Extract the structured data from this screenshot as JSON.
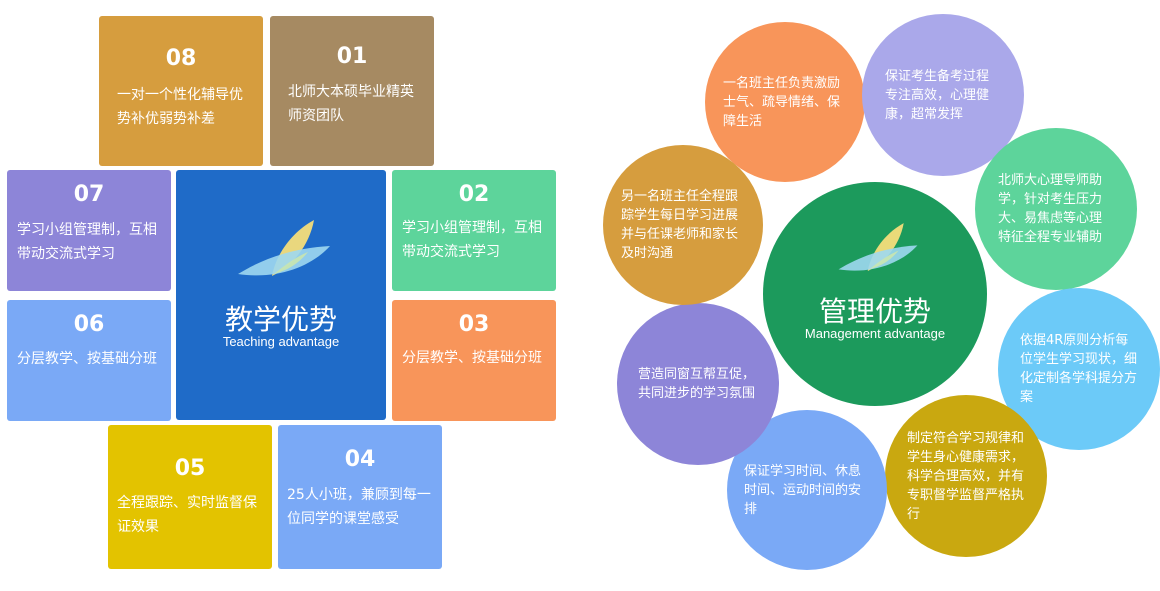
{
  "teaching": {
    "title": "教学优势",
    "subtitle": "Teaching advantage",
    "tiles": [
      {
        "num": "08",
        "text": "一对一个性化辅导优势补优弱势补差",
        "color": "#d69d3e"
      },
      {
        "num": "01",
        "text": "北师大本硕毕业精英师资团队",
        "color": "#a68a62"
      },
      {
        "num": "07",
        "text": "学习小组管理制，互相带动交流式学习",
        "color": "#8d85d8"
      },
      {
        "num": "02",
        "text": "学习小组管理制，互相带动交流式学习",
        "color": "#5dd49b"
      },
      {
        "num": "06",
        "text": "分层教学、按基础分班",
        "color": "#7aa9f6"
      },
      {
        "num": "03",
        "text": "分层教学、按基础分班",
        "color": "#f8955a"
      },
      {
        "num": "05",
        "text": "全程跟踪、实时监督保证效果",
        "color": "#e3c300"
      },
      {
        "num": "04",
        "text": "25人小班，兼顾到每一位同学的课堂感受",
        "color": "#7aa9f6"
      }
    ],
    "center_color": "#1f6bc8"
  },
  "management": {
    "title": "管理优势",
    "subtitle": "Management advantage",
    "center_color": "#1c9a5c",
    "circles": [
      {
        "text": "一名班主任负责激励士气、疏导情绪、保障生活",
        "color": "#f8955a"
      },
      {
        "text": "保证考生备考过程专注高效，心理健康，超常发挥",
        "color": "#aaa8ea"
      },
      {
        "text": "北师大心理导师助学，针对考生压力大、易焦虑等心理特征全程专业辅助",
        "color": "#5dd49b"
      },
      {
        "text": "依据4R原则分析每位学生学习现状，细化定制各学科提分方案",
        "color": "#6ccaf8"
      },
      {
        "text": "制定符合学习规律和学生身心健康需求，科学合理高效，并有专职督学监督严格执行",
        "color": "#c9a810"
      },
      {
        "text": "保证学习时间、休息时间、运动时间的安排",
        "color": "#7aa9f6"
      },
      {
        "text": "营造同窗互帮互促，共同进步的学习氛围",
        "color": "#8d85d8"
      },
      {
        "text": "另一名班主任全程跟踪学生每日学习进展并与任课老师和家长及时沟通",
        "color": "#d69d3e"
      }
    ]
  }
}
